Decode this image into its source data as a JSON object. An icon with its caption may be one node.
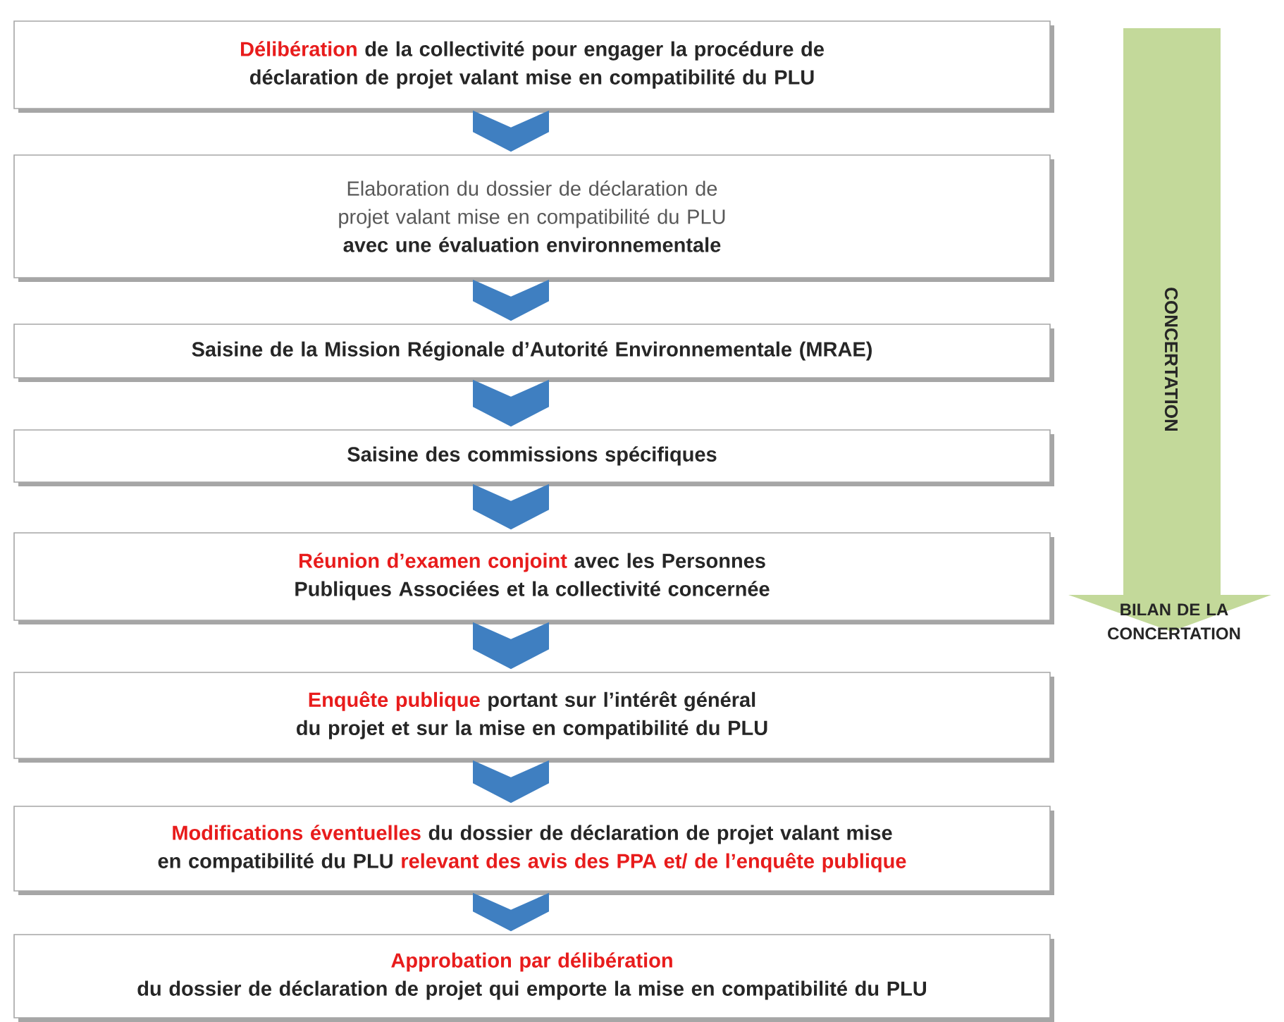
{
  "diagram": {
    "nodes": [
      {
        "text": [
          "Délibération",
          "de la collectivité pour engager la procédure de déclaration de projet valant mise en compatibilité du PLU"
        ]
      },
      {
        "text": [
          "Elaboration du dossier de déclaration de projet valant mise en compatibilité du PLU",
          "avec une évaluation environnementale"
        ]
      },
      {
        "text": [
          "Saisine de la Mission Régionale d’Autorité Environnementale (MRAE)"
        ]
      },
      {
        "text": [
          "Saisine des commissions spécifiques"
        ]
      },
      {
        "text": [
          "Réunion d’examen conjoint",
          "avec les Personnes Publiques Associées et la collectivité concernée"
        ]
      },
      {
        "text": [
          "Enquête publique",
          "portant sur l’intérêt général du projet et sur la mise en compatibilité du PLU"
        ]
      },
      {
        "text": [
          "Modifications éventuelles",
          "du dossier de déclaration de projet valant mise en compatibilité du PLU",
          "relevant des avis des PPA et/ de l’enquête publique"
        ]
      },
      {
        "text": [
          "Approbation par délibération",
          "du dossier de déclaration de projet qui emporte la mise en compatibilité du PLU"
        ]
      },
      {
        "text": [
          "CONCERTATION",
          "BILAN DE LA CONCERTATION"
        ]
      }
    ],
    "edges": [
      {
        "from": 0,
        "to": 1,
        "arrow": "to"
      },
      {
        "from": 1,
        "to": 2,
        "arrow": "to"
      },
      {
        "from": 2,
        "to": 3,
        "arrow": "to"
      },
      {
        "from": 3,
        "to": 4,
        "arrow": "to"
      },
      {
        "from": 4,
        "to": 5,
        "arrow": "to"
      },
      {
        "from": 5,
        "to": 6,
        "arrow": "to"
      },
      {
        "from": 6,
        "to": 7,
        "arrow": "to"
      }
    ]
  }
}
